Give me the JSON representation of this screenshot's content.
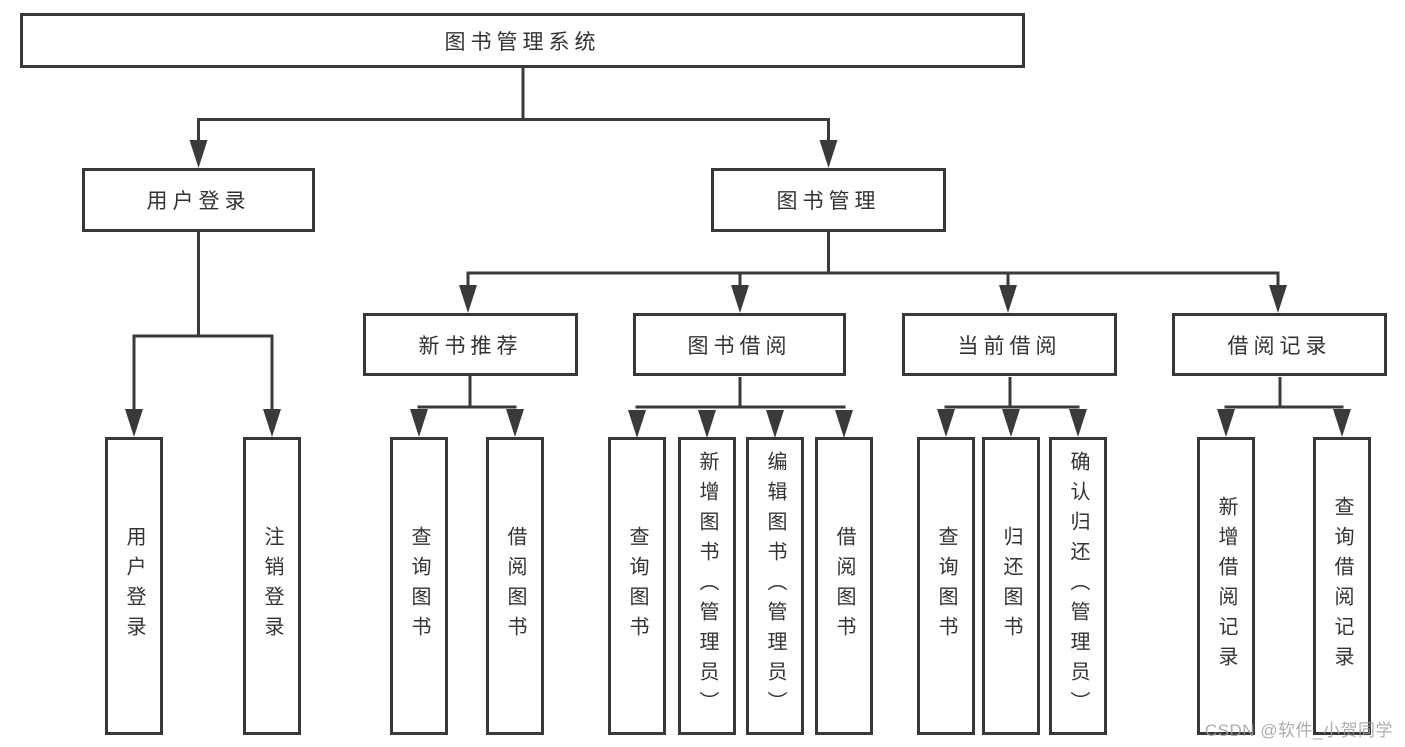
{
  "colors": {
    "line": "#3a3a3a",
    "box_border": "#383838",
    "text": "#333333",
    "watermark": "#9e9e9e",
    "background": "#ffffff"
  },
  "tree": {
    "title": "图书管理系统",
    "level2": [
      {
        "label": "用户登录",
        "children": [
          "用户登录",
          "注销登录"
        ]
      },
      {
        "label": "图书管理",
        "groups": [
          {
            "label": "新书推荐",
            "children": [
              "查询图书",
              "借阅图书"
            ]
          },
          {
            "label": "图书借阅",
            "children": [
              "查询图书",
              "新增图书（管理员）",
              "编辑图书（管理员）",
              "借阅图书"
            ]
          },
          {
            "label": "当前借阅",
            "children": [
              "查询图书",
              "归还图书",
              "确认归还（管理员）"
            ]
          },
          {
            "label": "借阅记录",
            "children": [
              "新增借阅记录",
              "查询借阅记录"
            ]
          }
        ]
      }
    ]
  },
  "watermark": {
    "text": "CSDN @软件_小贺同学"
  }
}
